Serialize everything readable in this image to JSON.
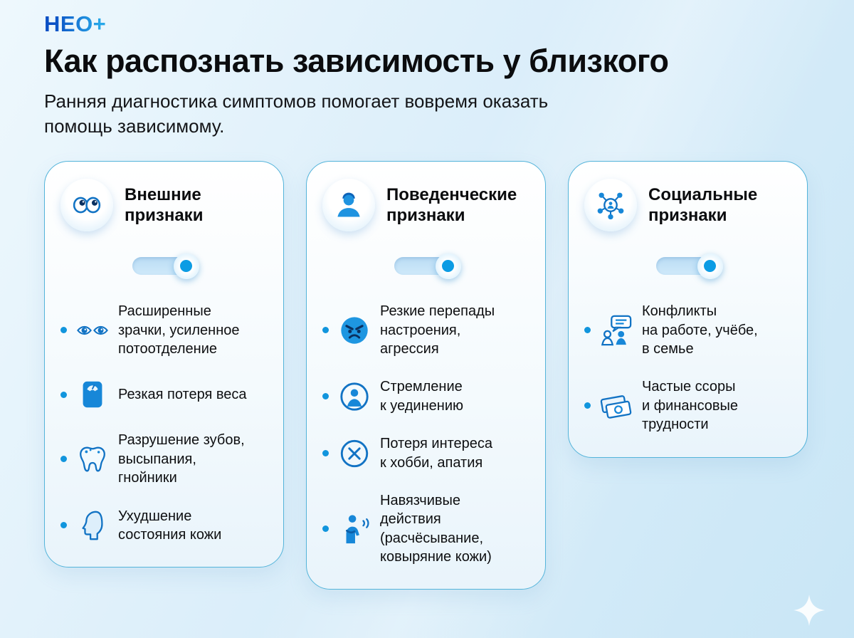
{
  "brand": {
    "logo": "НЕО+"
  },
  "header": {
    "title": "Как распознать зависимость у близкого",
    "subtitle": "Ранняя диагностика симптомов помогает вовремя оказать помощь зависимому."
  },
  "colors": {
    "accent": "#0c9ce4",
    "logo_gradient_start": "#0a4fc4",
    "logo_gradient_end": "#27a7e8",
    "card_border": "#54b4da",
    "background_start": "#eef8fd",
    "background_end": "#c9e6f6",
    "text": "#0c0d0f"
  },
  "cards": [
    {
      "title": "Внешние признаки",
      "icon": "eyes-icon",
      "toggle": {
        "state": "on"
      },
      "items": [
        {
          "icon": "dilated-pupils-icon",
          "text": "Расширенные зрачки, усиленное потоотделение"
        },
        {
          "icon": "weight-scale-icon",
          "text": "Резкая потеря веса"
        },
        {
          "icon": "tooth-icon",
          "text": "Разрушение зубов, высыпания, гнойники"
        },
        {
          "icon": "face-profile-icon",
          "text": "Ухудшение состояния кожи"
        }
      ]
    },
    {
      "title": "Поведенческие признаки",
      "icon": "person-icon",
      "toggle": {
        "state": "on"
      },
      "items": [
        {
          "icon": "angry-face-icon",
          "text": "Резкие перепады настроения, агрессия"
        },
        {
          "icon": "solitude-icon",
          "text": "Стремление к уединению"
        },
        {
          "icon": "no-interest-icon",
          "text": "Потеря интереса к хобби, апатия"
        },
        {
          "icon": "scratching-icon",
          "text": "Навязчивые действия (расчёсывание, ковыряние кожи)"
        }
      ]
    },
    {
      "title": "Социальные признаки",
      "icon": "social-network-icon",
      "toggle": {
        "state": "on"
      },
      "items": [
        {
          "icon": "conflict-icon",
          "text": "Конфликты на работе, учёбе, в семье"
        },
        {
          "icon": "money-icon",
          "text": "Частые ссоры и финансовые трудности"
        }
      ]
    }
  ]
}
